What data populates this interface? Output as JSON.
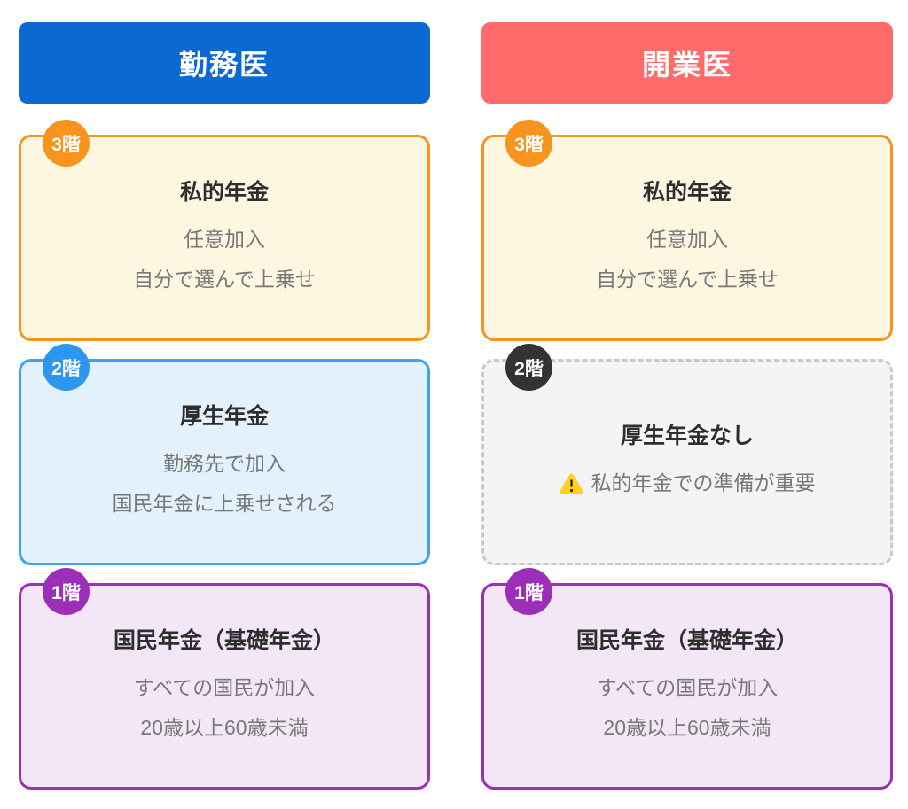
{
  "colors": {
    "employed_header_bg": "#0a6ad1",
    "practice_header_bg": "#ff6b6b",
    "tier3_border": "#f7941d",
    "tier3_bg": "#fdf6e1",
    "tier2_border": "#41a0f1",
    "tier2_bg": "#e2f1fc",
    "tier2_none_border": "#c9c9c9",
    "tier2_none_bg": "#f4f4f4",
    "tier2_none_badge": "#333333",
    "tier1_border": "#9c2eb8",
    "tier1_bg": "#f3e7f7",
    "warning_yellow": "#ffd21e"
  },
  "columns": [
    {
      "header": {
        "label": "勤務医"
      },
      "tiers": [
        {
          "badge": "3階",
          "title": "私的年金",
          "line1": "任意加入",
          "line2": "自分で選んで上乗せ"
        },
        {
          "badge": "2階",
          "title": "厚生年金",
          "line1": "勤務先で加入",
          "line2": "国民年金に上乗せされる"
        },
        {
          "badge": "1階",
          "title": "国民年金（基礎年金）",
          "line1": "すべての国民が加入",
          "line2": "20歳以上60歳未満"
        }
      ]
    },
    {
      "header": {
        "label": "開業医"
      },
      "tiers": [
        {
          "badge": "3階",
          "title": "私的年金",
          "line1": "任意加入",
          "line2": "自分で選んで上乗せ"
        },
        {
          "badge": "2階",
          "title": "厚生年金なし",
          "warning_icon": "warning-triangle-icon",
          "warning_text": "私的年金での準備が重要"
        },
        {
          "badge": "1階",
          "title": "国民年金（基礎年金）",
          "line1": "すべての国民が加入",
          "line2": "20歳以上60歳未満"
        }
      ]
    }
  ]
}
